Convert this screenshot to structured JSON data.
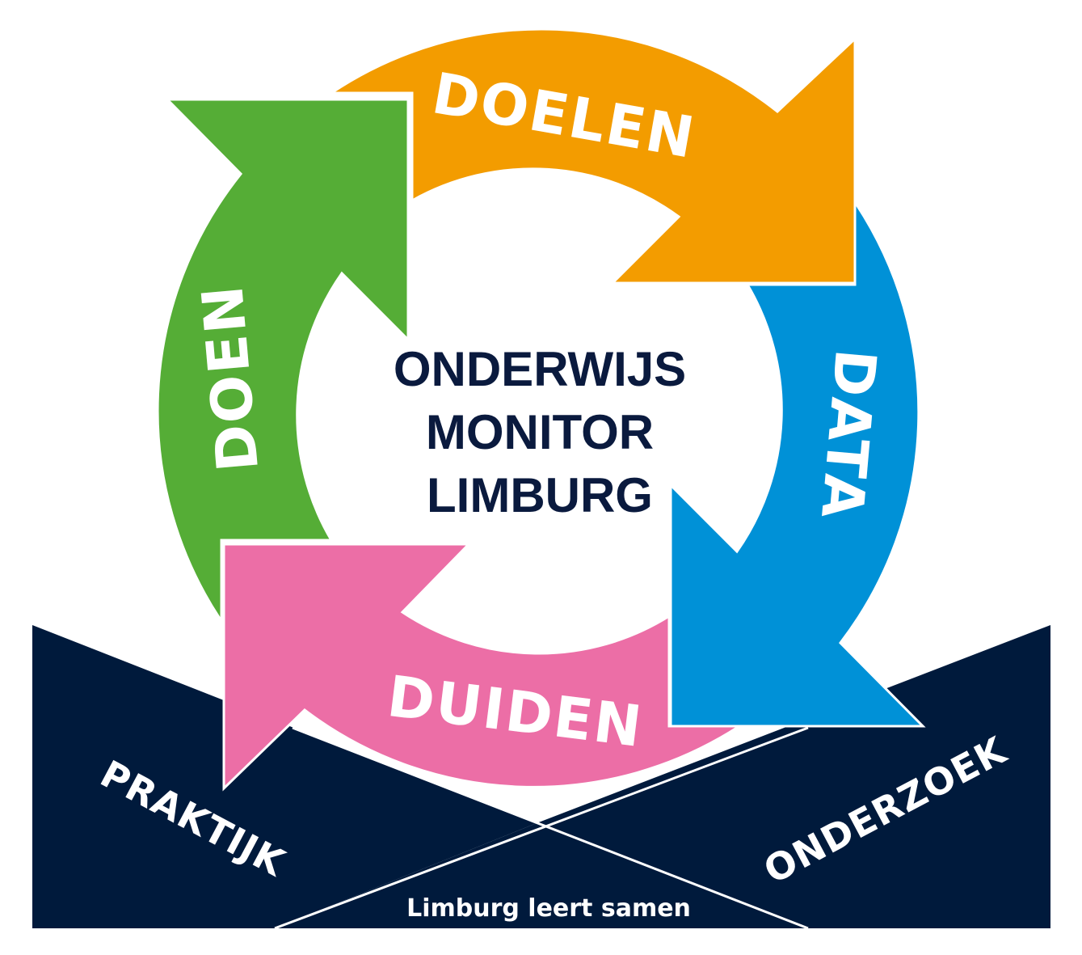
{
  "center": {
    "lines": [
      "ONDERWIJS",
      "MONITOR",
      "LIMBURG"
    ],
    "color": "#0a1a3e"
  },
  "cycle": [
    {
      "label": "DOELEN",
      "color": "#f39c00"
    },
    {
      "label": "DATA",
      "color": "#0091d7"
    },
    {
      "label": "DUIDEN",
      "color": "#ec6ea6"
    },
    {
      "label": "DOEN",
      "color": "#55ad36"
    }
  ],
  "band": {
    "left_label": "PRAKTIJK",
    "right_label": "ONDERZOEK",
    "tagline": "Limburg leert samen",
    "color": "#001a3c"
  }
}
